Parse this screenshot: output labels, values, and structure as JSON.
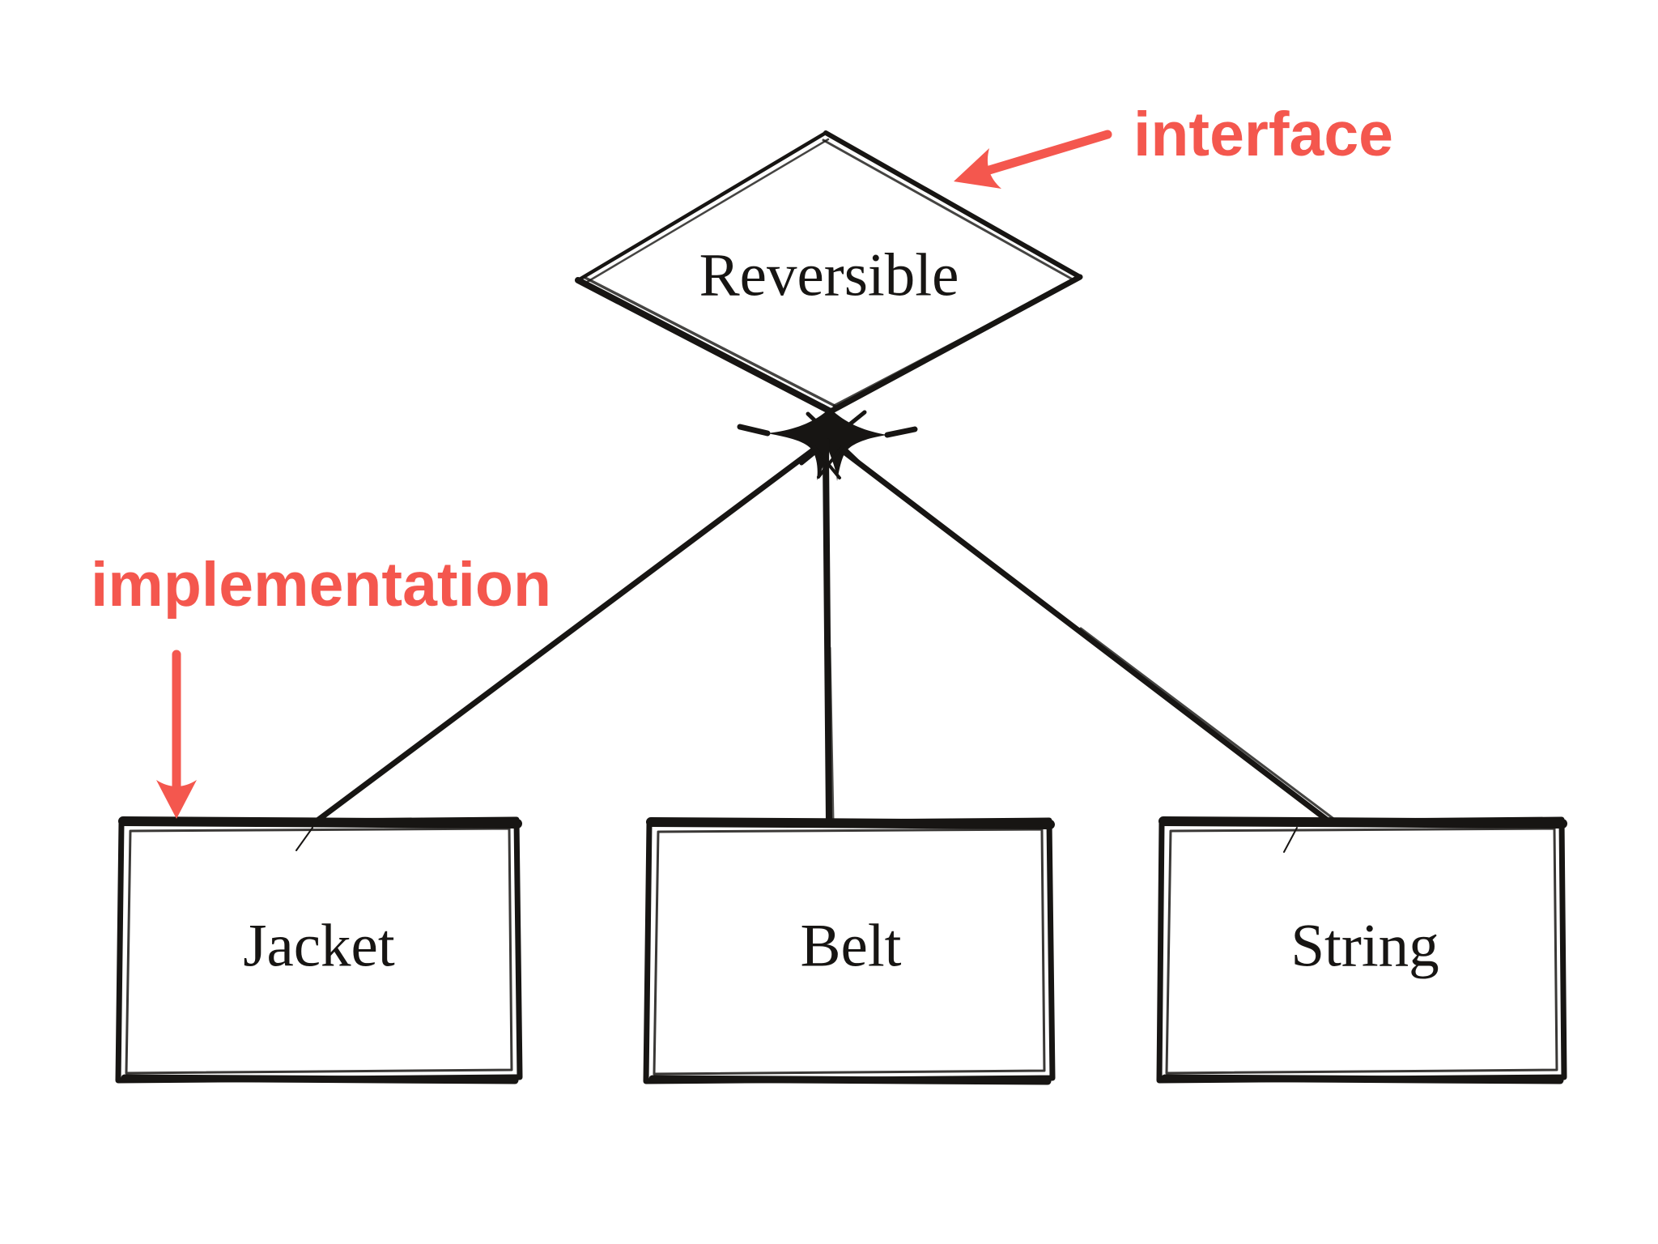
{
  "colors": {
    "annotation": "#f4574e",
    "ink": "#171513",
    "background": "#ffffff"
  },
  "diagram": {
    "interface_node": {
      "label": "Reversible",
      "shape": "diamond"
    },
    "implementation_nodes": [
      {
        "label": "Jacket",
        "shape": "rectangle"
      },
      {
        "label": "Belt",
        "shape": "rectangle"
      },
      {
        "label": "String",
        "shape": "rectangle"
      }
    ],
    "annotations": {
      "interface": {
        "label": "interface"
      },
      "implementation": {
        "label": "implementation"
      }
    }
  }
}
